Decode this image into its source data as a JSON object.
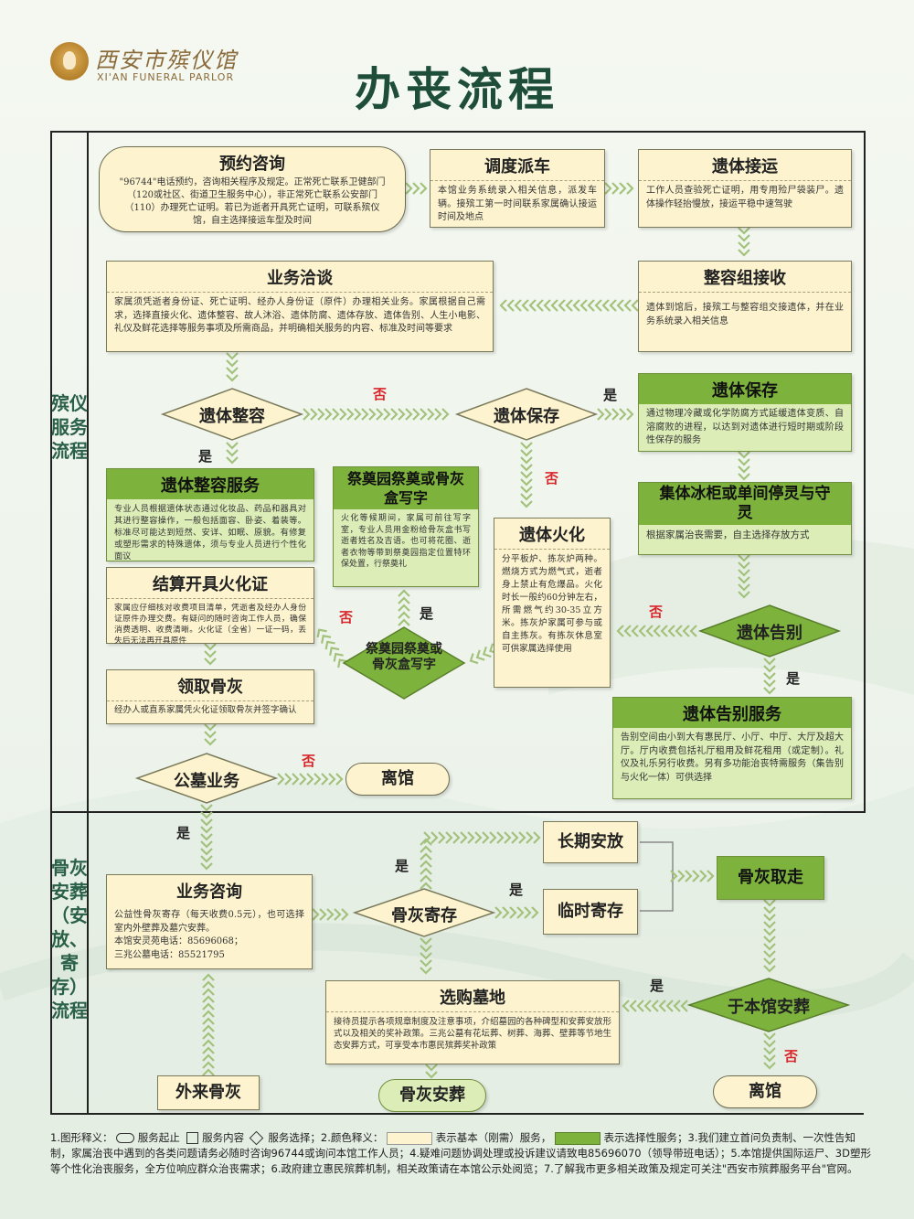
{
  "header": {
    "brand_cn": "西安市殡仪馆",
    "brand_en": "XI'AN FUNERAL PARLOR",
    "title": "办丧流程"
  },
  "sections": {
    "funeral": "殡仪服务流程",
    "ashes": "骨灰安葬（安放、寄存）流程"
  },
  "nodes": {
    "booking": {
      "title": "预约咨询",
      "desc": "\"96744\"电话预约，咨询相关程序及规定。正常死亡联系卫健部门（120或社区、街道卫生服务中心），非正常死亡联系公安部门（110）办理死亡证明。若已为逝者开具死亡证明，可联系殡仪馆，自主选择接运车型及时间"
    },
    "dispatch": {
      "title": "调度派车",
      "desc": "本馆业务系统录入相关信息，派发车辆。接殡工第一时间联系家属确认接运时间及地点"
    },
    "pickup": {
      "title": "遗体接运",
      "desc": "工作人员查验死亡证明，用专用殓尸袋装尸。遗体操作轻抬慢放，接运平稳中速驾驶"
    },
    "negotiation": {
      "title": "业务洽谈",
      "desc": "家属须凭逝者身份证、死亡证明、经办人身份证（原件）办理相关业务。家属根据自己需求，选择直接火化、遗体整容、故人沐浴、遗体防腐、遗体存放、遗体告别、人生小电影、礼仪及鲜花选择等服务事项及所需商品，并明确相关服务的内容、标准及时间等要求"
    },
    "reception": {
      "title": "整容组接收",
      "desc": "遗体到馆后，接殡工与整容组交接遗体，并在业务系统录入相关信息"
    },
    "makeup_q": {
      "title": "遗体整容"
    },
    "storage_q": {
      "title": "遗体保存"
    },
    "preservation": {
      "title": "遗体保存",
      "desc": "通过物理冷藏或化学防腐方式延缓遗体变质、自溶腐败的进程，以达到对遗体进行短时期或阶段性保存的服务"
    },
    "freezer": {
      "title": "集体冰柜或单间停灵与守灵",
      "desc": "根据家属治丧需要，自主选择存放方式"
    },
    "makeup_svc": {
      "title": "遗体整容服务",
      "desc": "专业人员根据遗体状态通过化妆品、药品和器具对其进行整容操作，一般包括面容、卧姿、着装等。标准尽可能达到短然、安详、如眠、原貌。有修复或塑形需求的特殊遗体，须与专业人员进行个性化面议"
    },
    "memorial": {
      "title": "祭奠园祭奠或骨灰盒写字",
      "desc": "火化等候期间，家属可前往写字室，专业人员用金粉给骨灰盒书写逝者姓名及吉语。也可将花圈、逝者衣物等带到祭奠园指定位置特环保处置，行祭奠礼"
    },
    "cremation": {
      "title": "遗体火化",
      "desc": "分平板炉、拣灰炉两种。燃烧方式为燃气式，逝者身上禁止有危爆品。火化时长一般约60分钟左右，所需燃气约30-35立方米。拣灰炉家属可参与或自主拣灰。有拣灰休息室可供家属选择使用"
    },
    "settlement": {
      "title": "结算开具火化证",
      "desc": "家属应仔细核对收费项目清单，凭逝者及经办人身份证原件办理交费。有疑问的随时咨询工作人员，确保消费透明、收费清晰。火化证（全省）一证一码，丢失后无法再开具原件"
    },
    "memorial_q": {
      "title": "祭奠园祭奠或骨灰盒写字"
    },
    "farewell_q": {
      "title": "遗体告别"
    },
    "collect": {
      "title": "领取骨灰",
      "desc": "经办人或直系家属凭火化证领取骨灰并签字确认"
    },
    "farewell_svc": {
      "title": "遗体告别服务",
      "desc": "告别空间由小到大有惠民厅、小厅、中厅、大厅及超大厅。厅内收费包括礼厅租用及鲜花租用（或定制）。礼仪及礼乐另行收费。另有多功能治丧特需服务（集告别与火化一体）可供选择"
    },
    "cemetery_q": {
      "title": "公墓业务"
    },
    "leave1": {
      "title": "离馆"
    },
    "consult": {
      "title": "业务咨询",
      "line1": "公益性骨灰寄存（每天收费0.5元），也可选择室内外壁葬及墓穴安葬。",
      "line2": "本馆安灵苑电话：85696068；",
      "line3": "三兆公墓电话：85521795"
    },
    "deposit_q": {
      "title": "骨灰寄存"
    },
    "long_term": {
      "title": "长期安放"
    },
    "temp_store": {
      "title": "临时寄存"
    },
    "retrieve": {
      "title": "骨灰取走"
    },
    "choose_grave": {
      "title": "选购墓地",
      "desc": "接待员提示各项规章制度及注意事项，介绍墓园的各种碑型和安葬安放形式以及相关的奖补政策。三兆公墓有花坛葬、树葬、海葬、壁葬等节地生态安葬方式，可享受本市惠民殡葬奖补政策"
    },
    "bury_here_q": {
      "title": "于本馆安葬"
    },
    "outside_ashes": {
      "title": "外来骨灰"
    },
    "burial": {
      "title": "骨灰安葬"
    },
    "leave2": {
      "title": "离馆"
    }
  },
  "labels": {
    "yes": "是",
    "no": "否"
  },
  "footer": {
    "p1": "1.图形释义：",
    "p_start": "服务起止",
    "p_content": "服务内容",
    "p_choice": "服务选择；2.颜色释义：",
    "p_basic": "表示基本（刚需）服务，",
    "p_optional": "表示选择性服务；3.我们建立首问负责制、一次性告知制，家属治丧中遇到的各类问题请务必随时咨询96744或询问本馆工作人员；4.疑难问题协调处理或投诉建议请致电85696070（领导带班电话）；5.本馆提供国际运尸、3D塑形等个性化治丧服务，全方位响应群众治丧需求；6.政府建立惠民殡葬机制，相关政策请在本馆公示处阅览；7.了解我市更多相关政策及规定可关注\"西安市殡葬服务平台\"官网。"
  },
  "colors": {
    "basic": "#fdf4cf",
    "optional": "#7db33c",
    "arrow": "#9fbf7a",
    "no": "#d8262b"
  }
}
